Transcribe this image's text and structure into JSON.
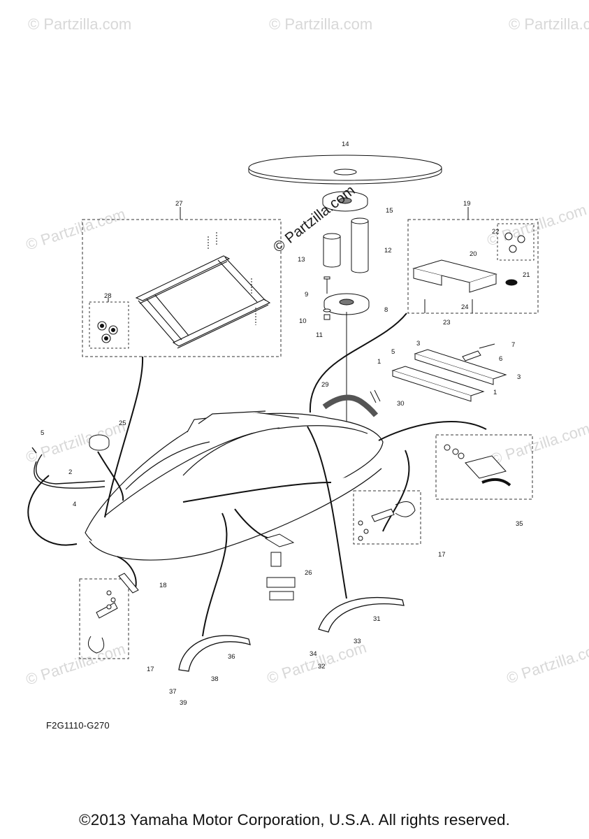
{
  "diagram": {
    "code_label": "F2G1110-G270",
    "copyright": "©2013 Yamaha Motor Corporation, U.S.A. All rights reserved.",
    "watermark": "© Partzilla.com",
    "callouts": [
      "1",
      "2",
      "3",
      "4",
      "5",
      "6",
      "7",
      "8",
      "9",
      "10",
      "11",
      "12",
      "13",
      "14",
      "15",
      "17",
      "18",
      "19",
      "20",
      "21",
      "22",
      "23",
      "24",
      "25",
      "26",
      "27",
      "28",
      "29",
      "30",
      "31",
      "32",
      "33",
      "34",
      "35",
      "36",
      "37",
      "38",
      "39"
    ]
  }
}
